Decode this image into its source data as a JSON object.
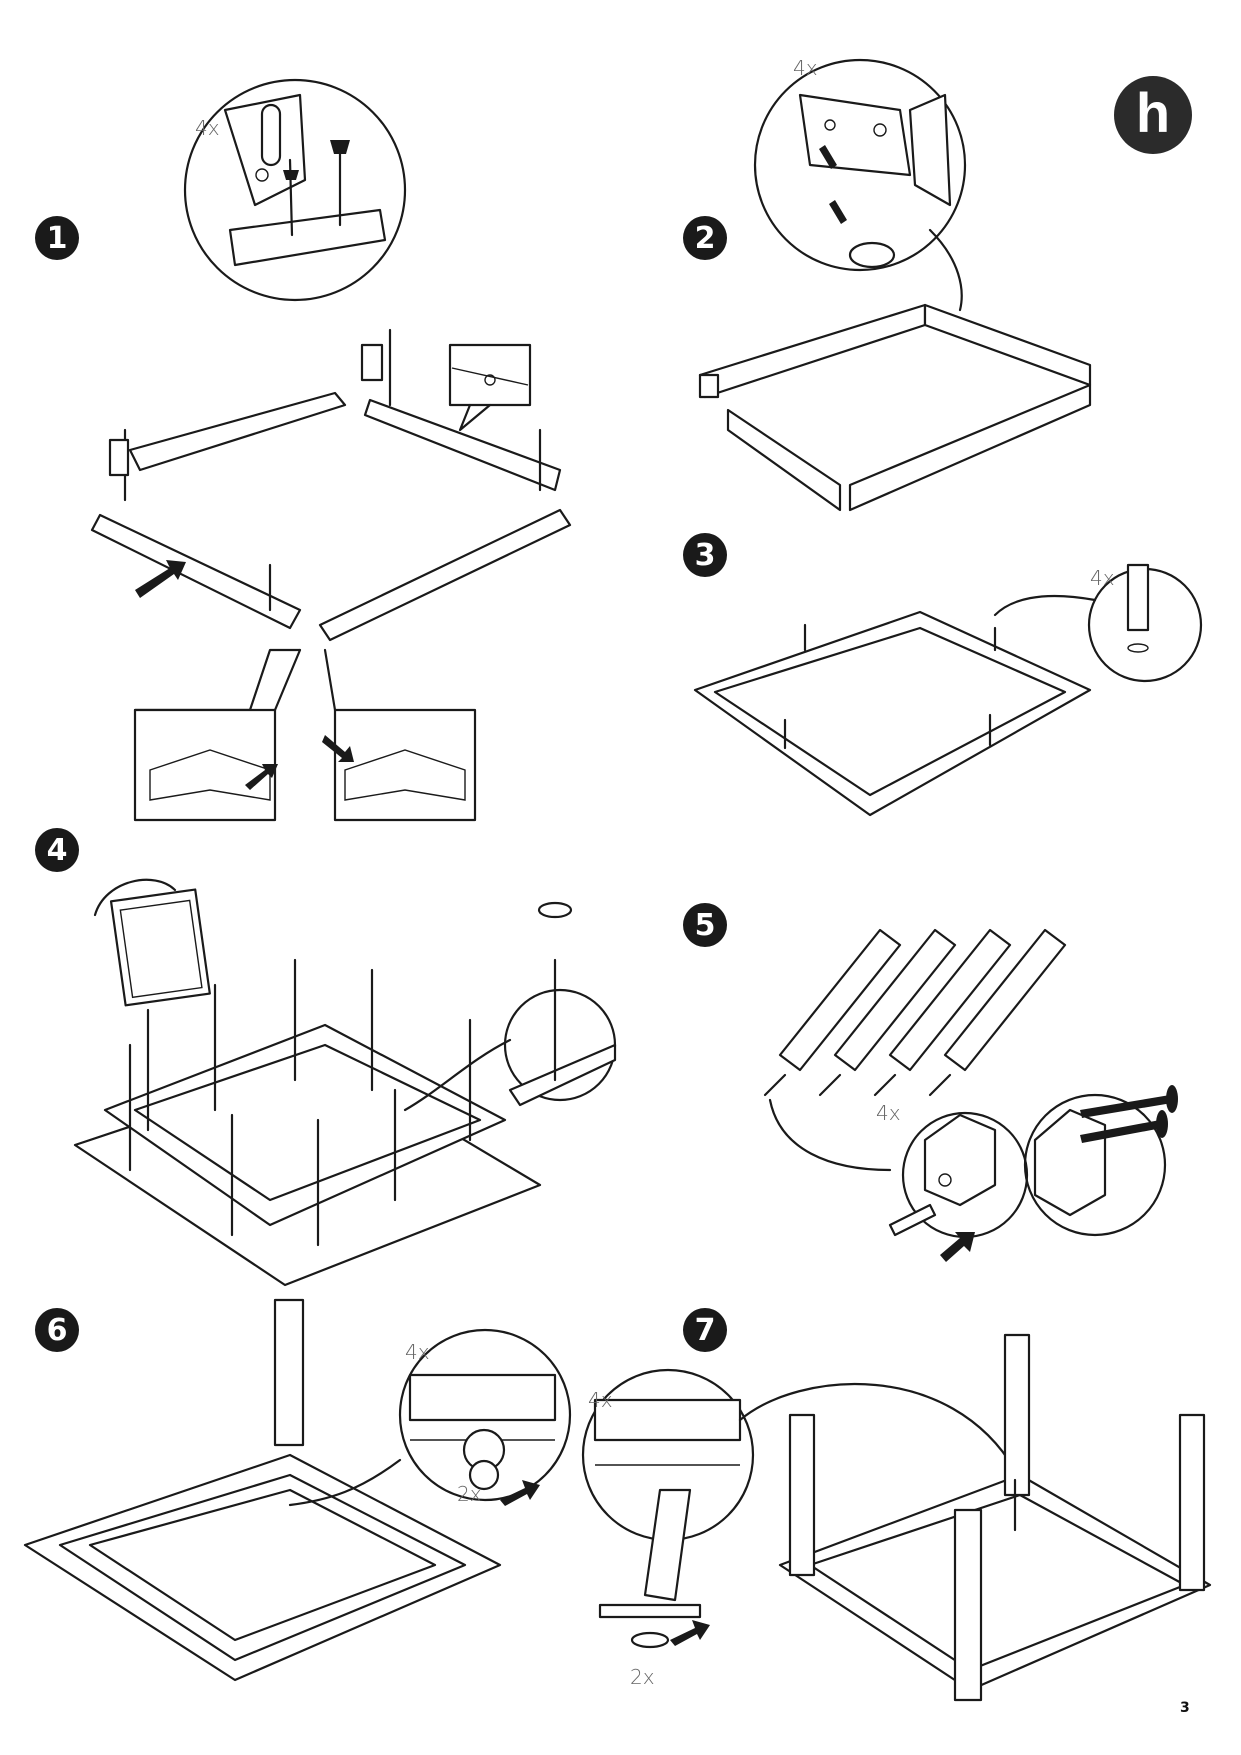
{
  "brand": {
    "logo_letter": "h",
    "logo_color": "#2b2b2b"
  },
  "steps": [
    {
      "number": "1",
      "quantity": "4x"
    },
    {
      "number": "2",
      "quantity": "4x"
    },
    {
      "number": "3",
      "quantity": "4x"
    },
    {
      "number": "4",
      "quantity": ""
    },
    {
      "number": "5",
      "quantity": "4x"
    },
    {
      "number": "6",
      "quantity": "4x",
      "secondary_quantity": "2x"
    },
    {
      "number": "7",
      "quantity": "4x",
      "secondary_quantity": "2x"
    }
  ],
  "page_number": "3"
}
